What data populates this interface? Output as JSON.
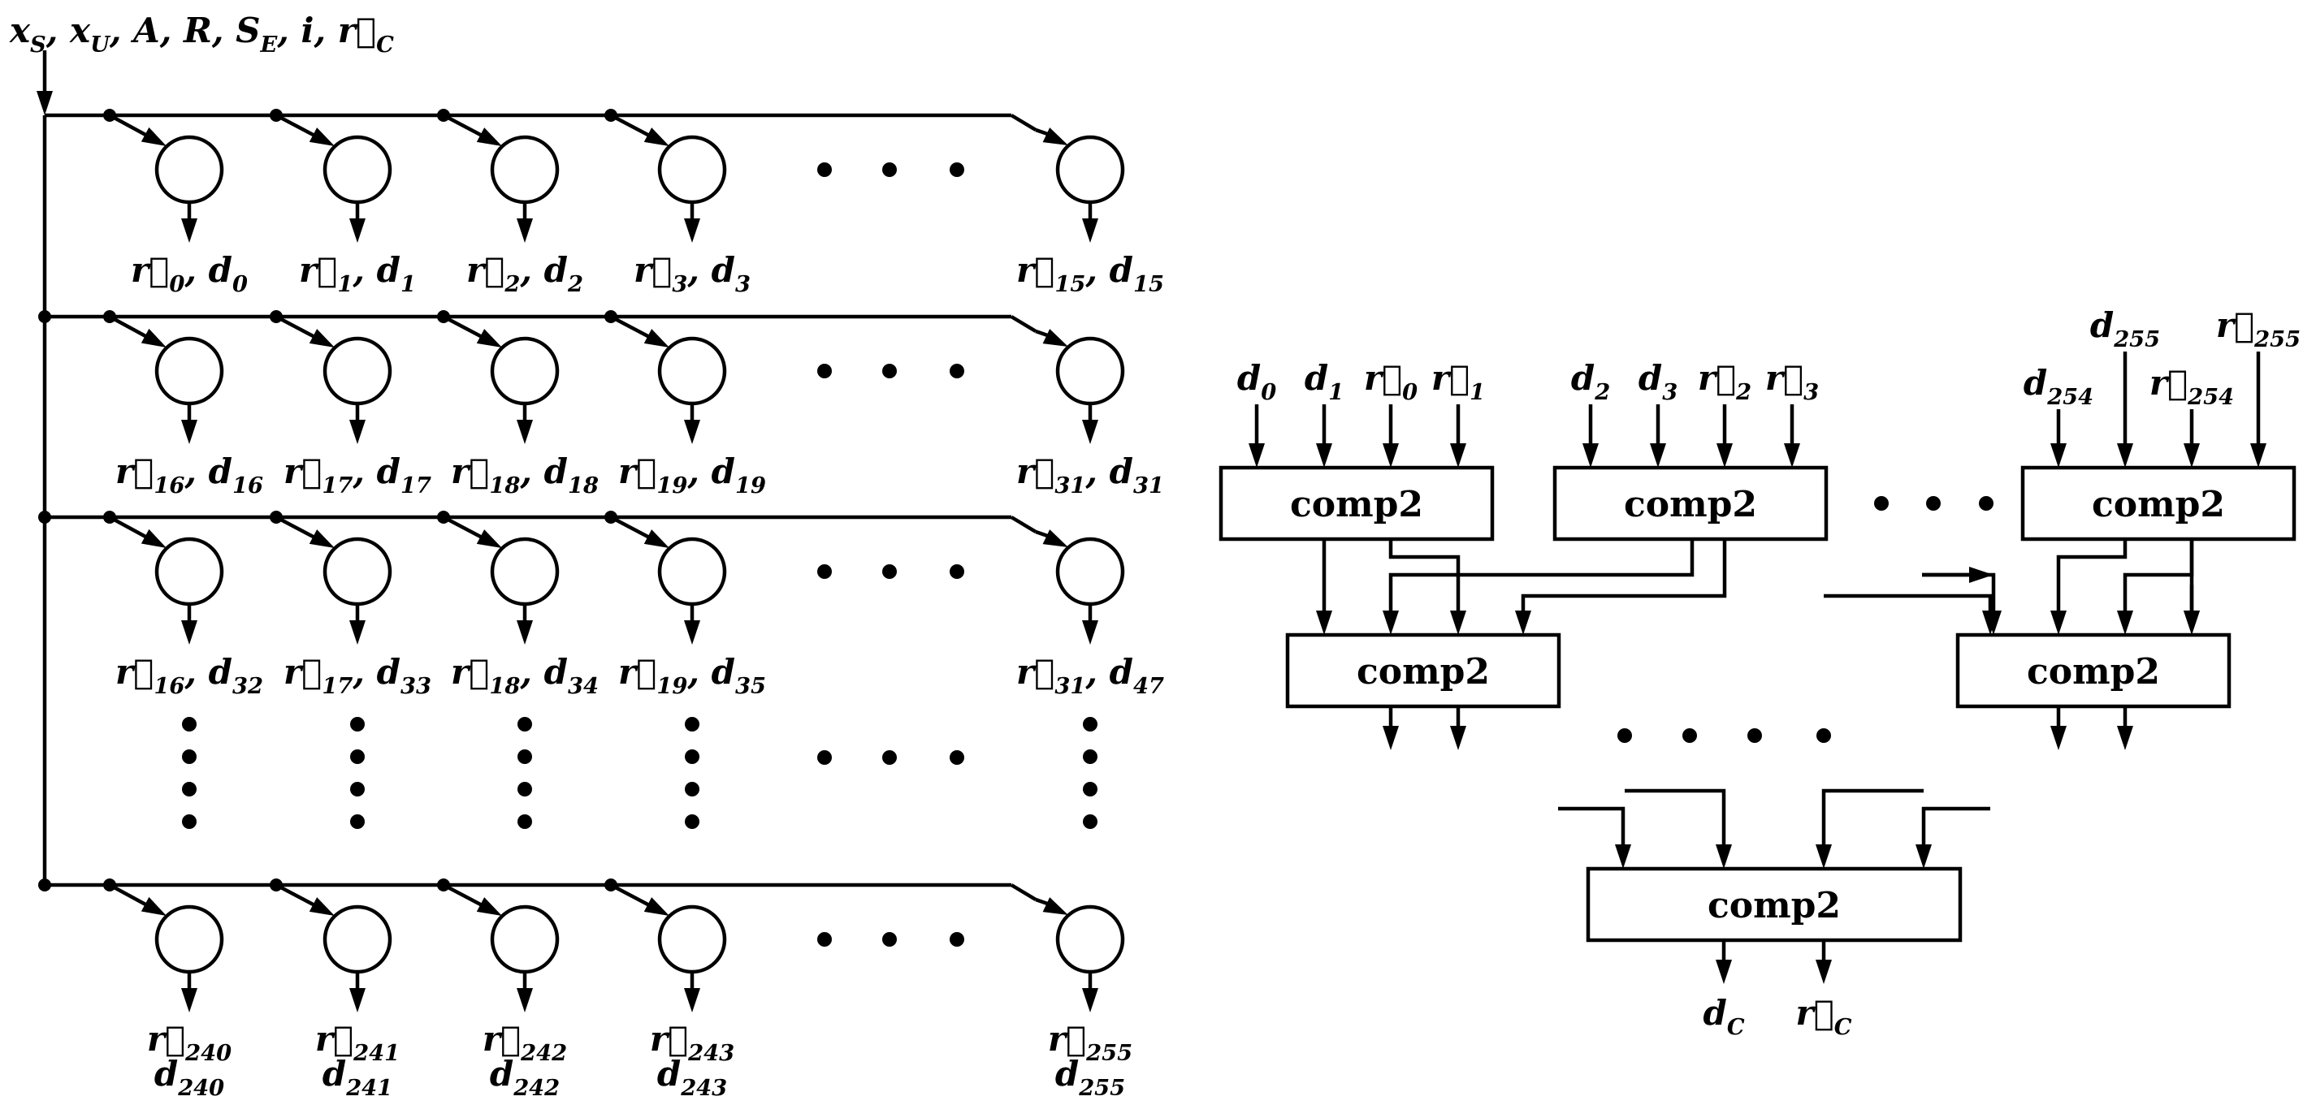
{
  "left": {
    "input_label": "x_S, x_U, A, R, S_E, i, r_C",
    "input_parts": [
      {
        "b": "x",
        "s": "S",
        "v": false
      },
      {
        "b": "x",
        "s": "U",
        "v": false
      },
      {
        "b": "A",
        "s": "",
        "v": false
      },
      {
        "b": "R",
        "s": "",
        "v": false
      },
      {
        "b": "S",
        "s": "E",
        "v": false
      },
      {
        "b": "i",
        "s": "",
        "v": false
      },
      {
        "b": "r",
        "s": "C",
        "v": true
      }
    ],
    "rows": [
      {
        "labels": [
          [
            {
              "b": "r",
              "s": "0",
              "v": true
            },
            {
              "b": "d",
              "s": "0",
              "v": false
            }
          ],
          [
            {
              "b": "r",
              "s": "1",
              "v": true
            },
            {
              "b": "d",
              "s": "1",
              "v": false
            }
          ],
          [
            {
              "b": "r",
              "s": "2",
              "v": true
            },
            {
              "b": "d",
              "s": "2",
              "v": false
            }
          ],
          [
            {
              "b": "r",
              "s": "3",
              "v": true
            },
            {
              "b": "d",
              "s": "3",
              "v": false
            }
          ],
          [
            {
              "b": "r",
              "s": "15",
              "v": true
            },
            {
              "b": "d",
              "s": "15",
              "v": false
            }
          ]
        ],
        "stacked": false
      },
      {
        "labels": [
          [
            {
              "b": "r",
              "s": "16",
              "v": true
            },
            {
              "b": "d",
              "s": "16",
              "v": false
            }
          ],
          [
            {
              "b": "r",
              "s": "17",
              "v": true
            },
            {
              "b": "d",
              "s": "17",
              "v": false
            }
          ],
          [
            {
              "b": "r",
              "s": "18",
              "v": true
            },
            {
              "b": "d",
              "s": "18",
              "v": false
            }
          ],
          [
            {
              "b": "r",
              "s": "19",
              "v": true
            },
            {
              "b": "d",
              "s": "19",
              "v": false
            }
          ],
          [
            {
              "b": "r",
              "s": "31",
              "v": true
            },
            {
              "b": "d",
              "s": "31",
              "v": false
            }
          ]
        ],
        "stacked": false
      },
      {
        "labels": [
          [
            {
              "b": "r",
              "s": "16",
              "v": true
            },
            {
              "b": "d",
              "s": "32",
              "v": false
            }
          ],
          [
            {
              "b": "r",
              "s": "17",
              "v": true
            },
            {
              "b": "d",
              "s": "33",
              "v": false
            }
          ],
          [
            {
              "b": "r",
              "s": "18",
              "v": true
            },
            {
              "b": "d",
              "s": "34",
              "v": false
            }
          ],
          [
            {
              "b": "r",
              "s": "19",
              "v": true
            },
            {
              "b": "d",
              "s": "35",
              "v": false
            }
          ],
          [
            {
              "b": "r",
              "s": "31",
              "v": true
            },
            {
              "b": "d",
              "s": "47",
              "v": false
            }
          ]
        ],
        "stacked": false
      },
      {
        "labels": [
          [
            {
              "b": "r",
              "s": "240",
              "v": true
            },
            {
              "b": "d",
              "s": "240",
              "v": false
            }
          ],
          [
            {
              "b": "r",
              "s": "241",
              "v": true
            },
            {
              "b": "d",
              "s": "241",
              "v": false
            }
          ],
          [
            {
              "b": "r",
              "s": "242",
              "v": true
            },
            {
              "b": "d",
              "s": "242",
              "v": false
            }
          ],
          [
            {
              "b": "r",
              "s": "243",
              "v": true
            },
            {
              "b": "d",
              "s": "243",
              "v": false
            }
          ],
          [
            {
              "b": "r",
              "s": "255",
              "v": true
            },
            {
              "b": "d",
              "s": "255",
              "v": false
            }
          ]
        ],
        "stacked": true
      }
    ]
  },
  "right": {
    "box_label": "comp2",
    "top_inputs": [
      [
        {
          "b": "d",
          "s": "0",
          "v": false
        },
        {
          "b": "d",
          "s": "1",
          "v": false
        },
        {
          "b": "r",
          "s": "0",
          "v": true
        },
        {
          "b": "r",
          "s": "1",
          "v": true
        }
      ],
      [
        {
          "b": "d",
          "s": "2",
          "v": false
        },
        {
          "b": "d",
          "s": "3",
          "v": false
        },
        {
          "b": "r",
          "s": "2",
          "v": true
        },
        {
          "b": "r",
          "s": "3",
          "v": true
        }
      ],
      [
        {
          "b": "d",
          "s": "254",
          "v": false
        },
        {
          "b": "d",
          "s": "255",
          "v": false
        },
        {
          "b": "r",
          "s": "254",
          "v": true
        },
        {
          "b": "r",
          "s": "255",
          "v": true
        }
      ]
    ],
    "outputs": [
      {
        "b": "d",
        "s": "C",
        "v": false
      },
      {
        "b": "r",
        "s": "C",
        "v": true
      }
    ]
  }
}
